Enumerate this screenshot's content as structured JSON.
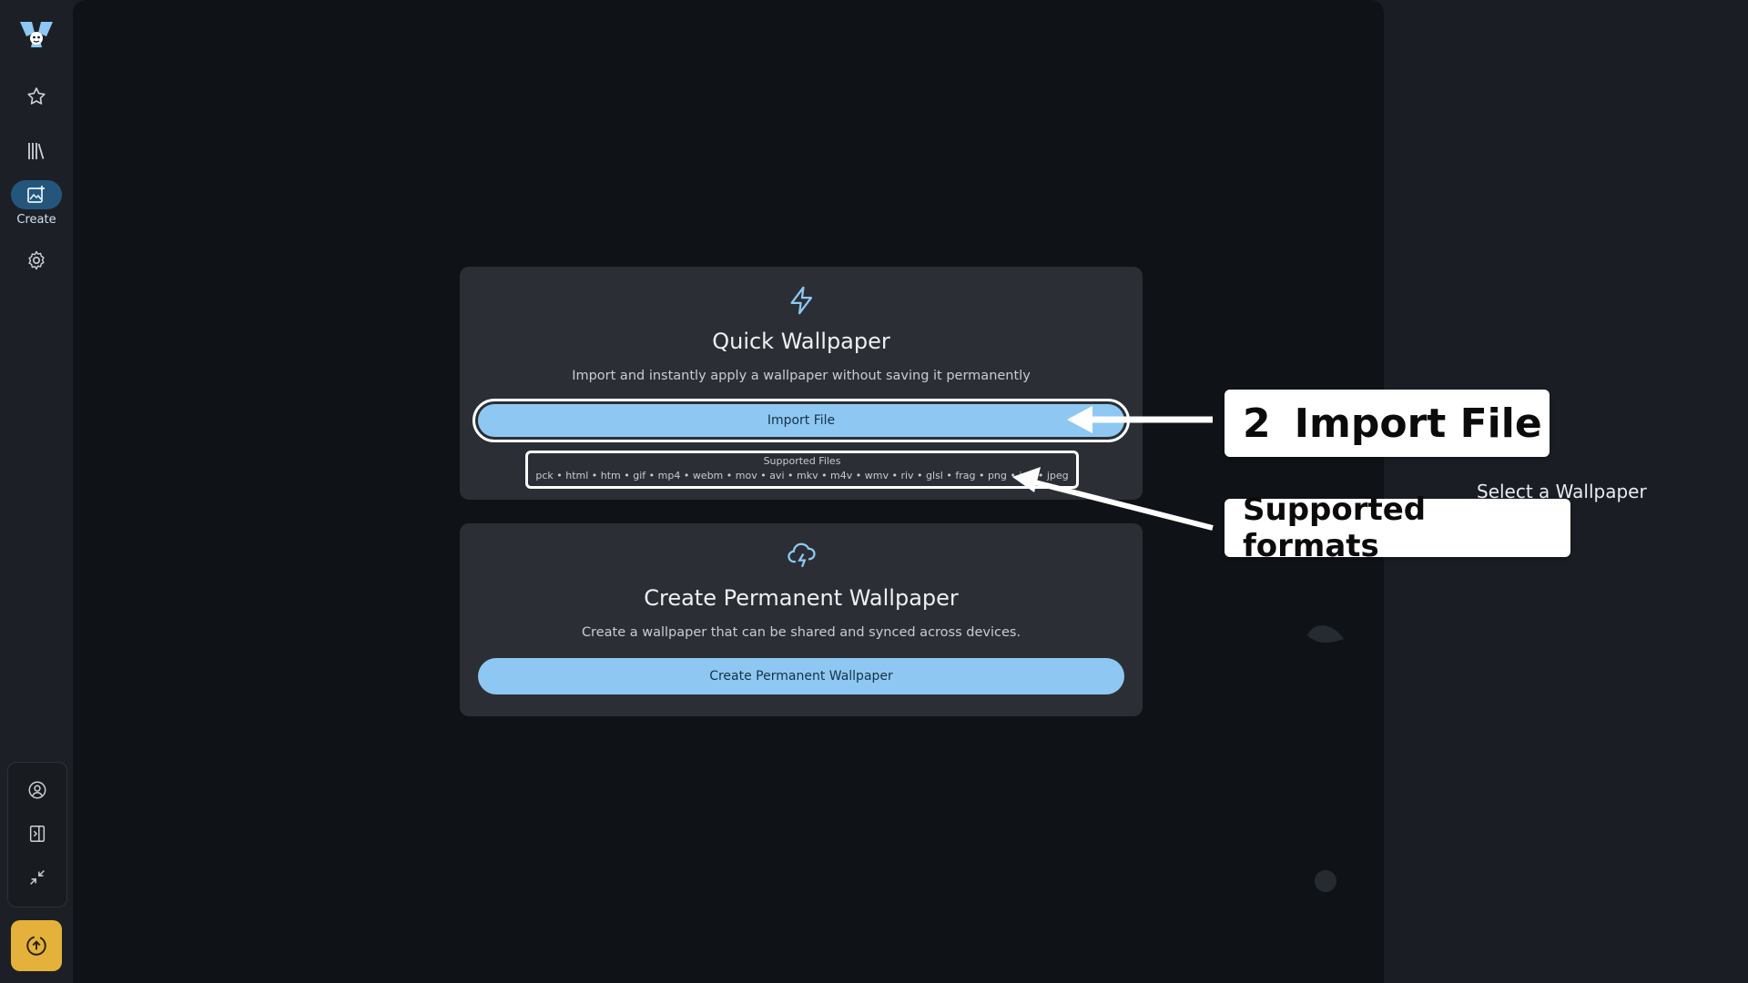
{
  "sidebar": {
    "logo_icon": "radioactive-face-logo",
    "items": [
      {
        "icon": "star-icon",
        "label": ""
      },
      {
        "icon": "library-icon",
        "label": ""
      },
      {
        "icon": "create-image-icon",
        "label": "Create",
        "active": true
      },
      {
        "icon": "gear-icon",
        "label": ""
      }
    ],
    "bottom_items": [
      {
        "icon": "account-icon"
      },
      {
        "icon": "panel-toggle-icon"
      },
      {
        "icon": "minimize-icon"
      }
    ],
    "action_button_icon": "upload-cloud-icon",
    "accent_color": "#e4b23a",
    "active_color": "#24567c"
  },
  "quick_card": {
    "icon": "lightning-icon",
    "title": "Quick Wallpaper",
    "description": "Import and instantly apply a wallpaper without saving it permanently",
    "button_label": "Import File",
    "supported_title": "Supported Files",
    "supported_list": "pck • html • htm • gif • mp4 • webm • mov • avi • mkv • m4v • wmv • riv • glsl • frag • png • jpg • jpeg"
  },
  "permanent_card": {
    "icon": "cloud-lightning-icon",
    "title": "Create Permanent Wallpaper",
    "description": "Create a wallpaper that can be shared and synced across devices.",
    "button_label": "Create Permanent Wallpaper"
  },
  "right_panel": {
    "title": "Select a Wallpaper"
  },
  "callouts": {
    "import_number": "2",
    "import_label": "Import File",
    "formats_label": "Supported formats"
  },
  "colors": {
    "button": "#8ec8f2",
    "card": "#2b2f35",
    "background": "#0f1318"
  }
}
